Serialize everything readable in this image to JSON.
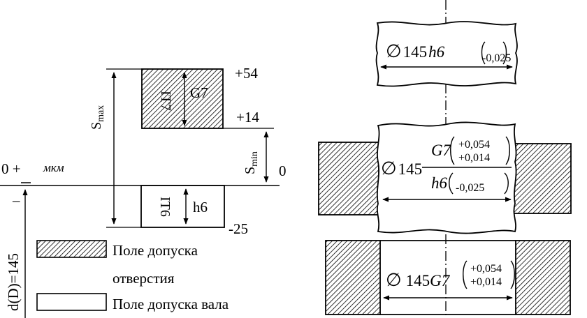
{
  "tolerance_diagram": {
    "zero_line_label": "0 +",
    "minus_sign": "–",
    "units": "мкм",
    "nominal_size": "d(D)=145",
    "s_max": {
      "main": "S",
      "sub": "max"
    },
    "s_min": {
      "main": "S",
      "sub": "min"
    },
    "hole_field": {
      "grade": "IT7",
      "fit": "G7",
      "upper": "+54",
      "lower": "+14"
    },
    "shaft_field": {
      "grade": "IT6",
      "fit": "h6",
      "upper": "0",
      "lower": "-25"
    },
    "legend": {
      "hole_line1": "Поле допуска",
      "hole_line2": "отверстия",
      "shaft": "Поле допуска вала"
    }
  },
  "drawings": {
    "shaft": {
      "diameter_symbol": "∅",
      "size": "145",
      "fit": "h6",
      "upper_dev": "",
      "lower_dev": "-0,025"
    },
    "assembly": {
      "diameter_symbol": "∅",
      "size": "145",
      "hole_fit": "G7",
      "hole_upper": "+0,054",
      "hole_lower": "+0,014",
      "shaft_fit": "h6",
      "shaft_dev": "-0,025"
    },
    "bore": {
      "diameter_symbol": "∅",
      "size": "145",
      "fit": "G7",
      "upper_dev": "+0,054",
      "lower_dev": "+0,014"
    }
  },
  "colors": {
    "ink": "#000000",
    "hatch": "#000000",
    "background": "#ffffff"
  }
}
